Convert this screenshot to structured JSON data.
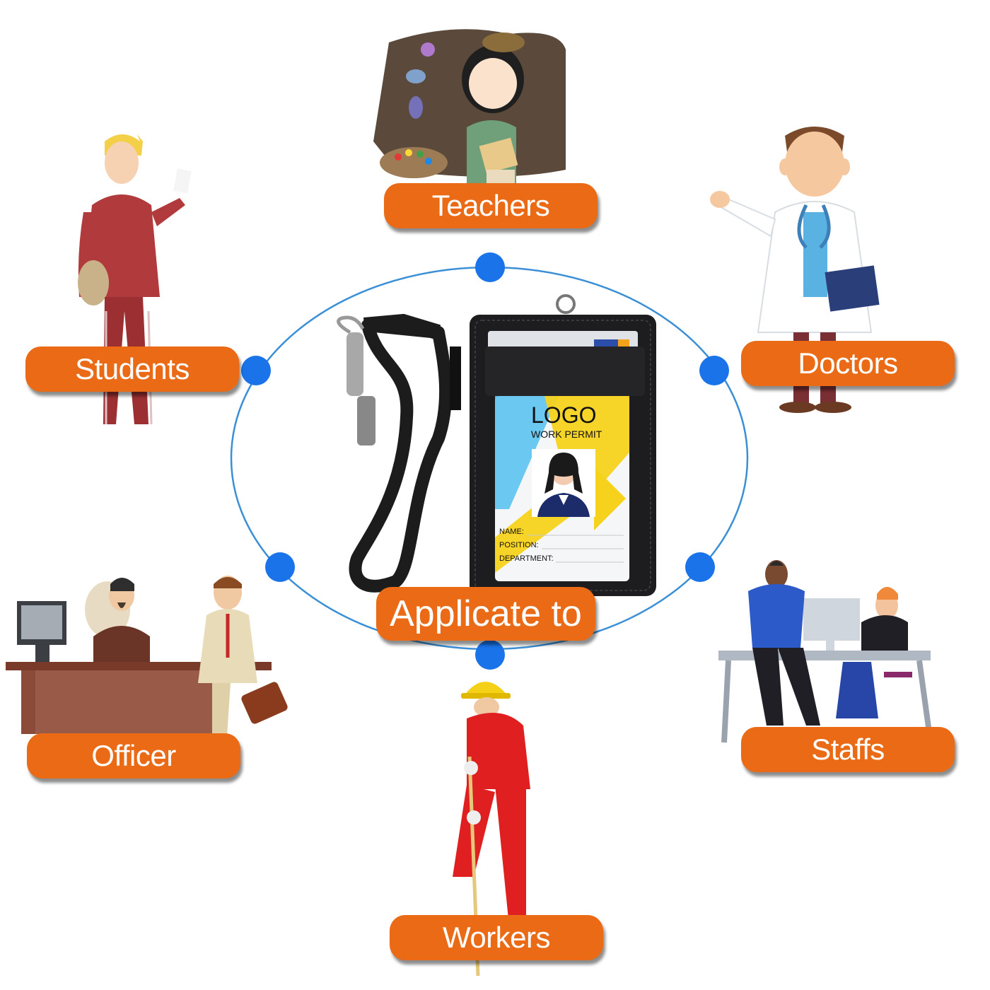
{
  "center": {
    "label": "Applicate to"
  },
  "badge": {
    "logo": "LOGO",
    "subtitle": "WORK PERMIT",
    "fields": [
      "NAME:",
      "POSITION:",
      "DEPARTMENT:"
    ]
  },
  "audiences": [
    {
      "id": "teachers",
      "label": "Teachers"
    },
    {
      "id": "students",
      "label": "Students"
    },
    {
      "id": "doctors",
      "label": "Doctors"
    },
    {
      "id": "officer",
      "label": "Officer"
    },
    {
      "id": "staffs",
      "label": "Staffs"
    },
    {
      "id": "workers",
      "label": "Workers"
    }
  ],
  "colors": {
    "label_bg": "#ea6a16",
    "ring": "#3a8fd6",
    "node": "#1a73e8",
    "wallet": "#1d1d1f",
    "accent_yellow": "#f7d21c",
    "accent_blue": "#5cc3ee"
  }
}
